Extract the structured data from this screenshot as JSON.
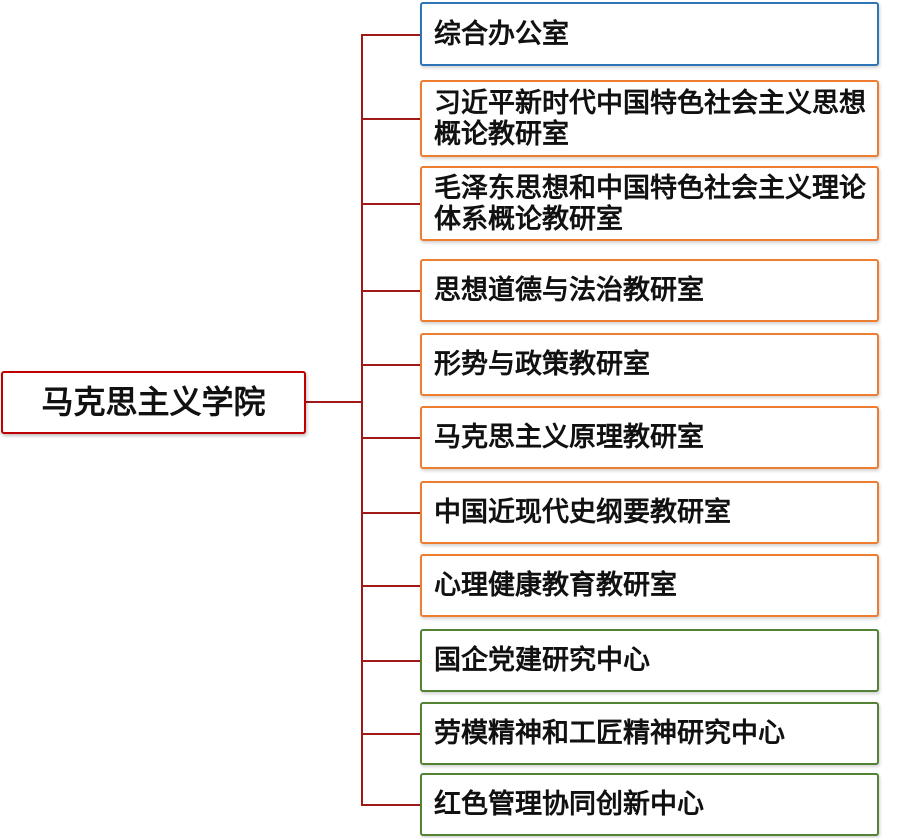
{
  "root": {
    "label": "马克思主义学院"
  },
  "colors": {
    "connector": "#A01818",
    "root_border": "#C00000",
    "blue": "#2E75B6",
    "orange": "#ED7D31",
    "green": "#548235"
  },
  "units": [
    {
      "label": "综合办公室",
      "color": "blue"
    },
    {
      "label": "习近平新时代中国特色社会主义思想概论教研室",
      "color": "orange"
    },
    {
      "label": "毛泽东思想和中国特色社会主义理论体系概论教研室",
      "color": "orange"
    },
    {
      "label": "思想道德与法治教研室",
      "color": "orange"
    },
    {
      "label": "形势与政策教研室",
      "color": "orange"
    },
    {
      "label": "马克思主义原理教研室",
      "color": "orange"
    },
    {
      "label": "中国近现代史纲要教研室",
      "color": "orange"
    },
    {
      "label": "心理健康教育教研室",
      "color": "orange"
    },
    {
      "label": "国企党建研究中心",
      "color": "green"
    },
    {
      "label": "劳模精神和工匠精神研究中心",
      "color": "green"
    },
    {
      "label": "红色管理协同创新中心",
      "color": "green"
    }
  ]
}
